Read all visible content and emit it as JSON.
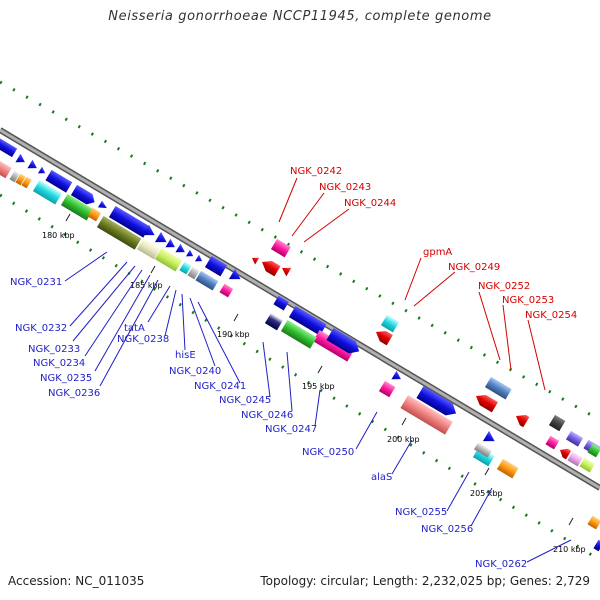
{
  "title": "Neisseria gonorrhoeae NCCP11945, complete genome",
  "accession": "Accession: NC_011035",
  "summary": "Topology: circular; Length: 2,232,025 bp; Genes: 2,729",
  "kbp_ticks": [
    "180 kbp",
    "185 kbp",
    "190 kbp",
    "195 kbp",
    "200 kbp",
    "205 kbp",
    "210 kbp"
  ],
  "labels_blue": [
    "NGK_0231",
    "NGK_0232",
    "NGK_0233",
    "NGK_0234",
    "NGK_0235",
    "NGK_0236",
    "tatA",
    "NGK_0238",
    "hisE",
    "NGK_0240",
    "NGK_0241",
    "NGK_0245",
    "NGK_0246",
    "NGK_0247",
    "NGK_0250",
    "alaS",
    "NGK_0255",
    "NGK_0256",
    "NGK_0262"
  ],
  "labels_red": [
    "NGK_0242",
    "NGK_0243",
    "NGK_0244",
    "gpmA",
    "NGK_0249",
    "NGK_0252",
    "NGK_0253",
    "NGK_0254"
  ],
  "colors": {
    "forward_gene": "#1010e0",
    "reverse_gene": "#e00000",
    "backbone": "#8a8a8a",
    "gc_dots": "#1a7a1a"
  }
}
